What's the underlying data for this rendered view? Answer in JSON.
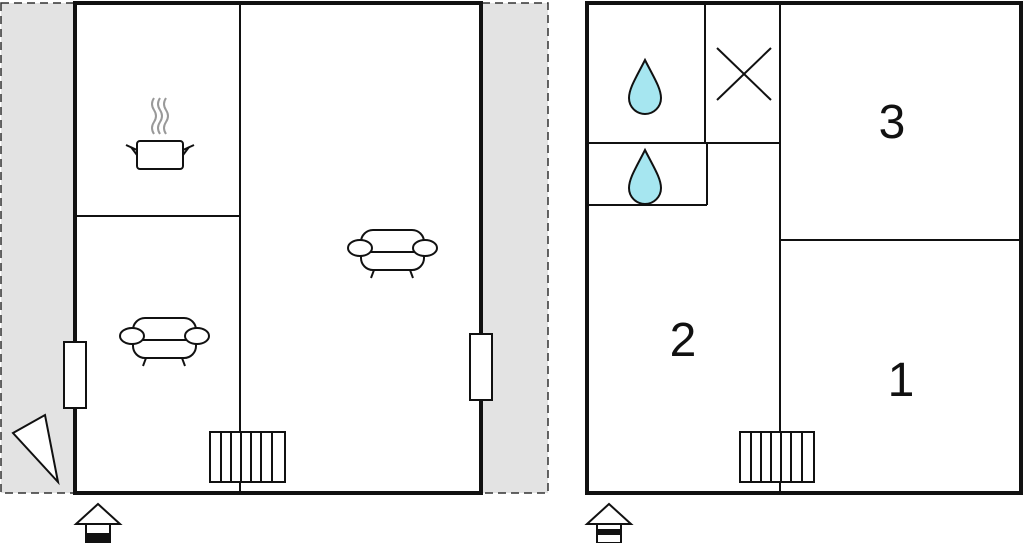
{
  "floorplan": {
    "colors": {
      "wall": "#111111",
      "terrace": "#e3e3e3",
      "water": "#a6e6f0",
      "background": "#ffffff"
    },
    "ground_floor": {
      "icons": [
        "terrace-area",
        "kitchen-pot-icon",
        "sofa-icon",
        "window-icon",
        "stairs-icon",
        "entrance-icon",
        "compass-north-icon"
      ]
    },
    "upper_floor": {
      "rooms": [
        {
          "label": "3"
        },
        {
          "label": "2"
        },
        {
          "label": "1"
        }
      ],
      "icons": [
        "water-drop-icon",
        "toilet-cross-icon",
        "stairs-icon",
        "entrance-icon"
      ]
    }
  }
}
